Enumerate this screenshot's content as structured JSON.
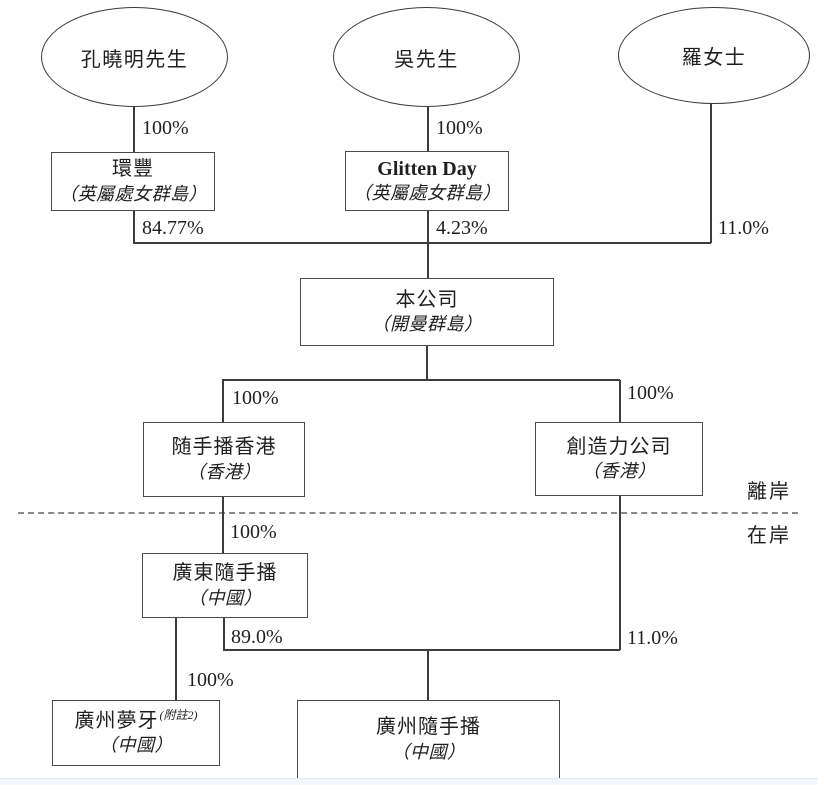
{
  "nodes": {
    "kong": {
      "label": "孔曉明先生"
    },
    "wu": {
      "label": "吳先生"
    },
    "luo": {
      "label": "羅女士"
    },
    "huanfeng": {
      "name": "環豐",
      "jurisdiction": "（英屬處女群島）"
    },
    "glitten": {
      "name": "Glitten Day",
      "jurisdiction": "（英屬處女群島）"
    },
    "company": {
      "name": "本公司",
      "jurisdiction": "（開曼群島）"
    },
    "ssb_hk": {
      "name": "随手播香港",
      "jurisdiction": "（香港）"
    },
    "creativity": {
      "name": "創造力公司",
      "jurisdiction": "（香港）"
    },
    "gd_ssb": {
      "name": "廣東隨手播",
      "jurisdiction": "（中國）"
    },
    "gz_mengya": {
      "name": "廣州夢牙",
      "note": "(附註2)",
      "jurisdiction": "（中國）"
    },
    "gz_ssb": {
      "name": "廣州隨手播",
      "jurisdiction": "（中國）"
    }
  },
  "ownership": {
    "kong_huanfeng": "100%",
    "wu_glitten": "100%",
    "huanfeng_company": "84.77%",
    "glitten_company": "4.23%",
    "luo_company": "11.0%",
    "company_ssbhk": "100%",
    "company_creativity": "100%",
    "ssbhk_gdssb": "100%",
    "gdssb_gzssb": "89.0%",
    "creativity_gzssb": "11.0%",
    "gdssb_gzmengya": "100%"
  },
  "region_labels": {
    "offshore": "離岸",
    "onshore": "在岸"
  },
  "colors": {
    "line": "#3c3c3c",
    "text": "#1f1f1f",
    "divider_dash": "#8a8a8a"
  }
}
